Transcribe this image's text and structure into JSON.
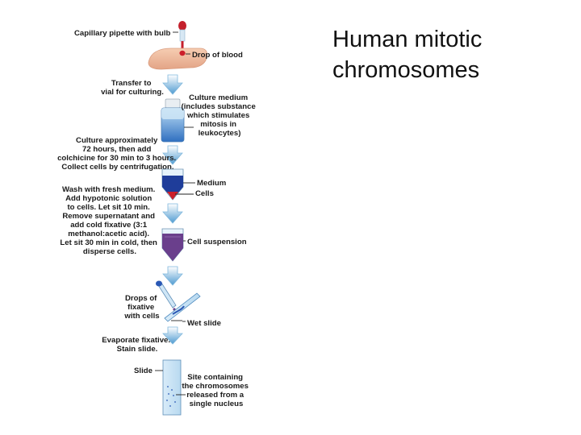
{
  "title": {
    "line1": "Human mitotic",
    "line2": "chromosomes"
  },
  "labels": {
    "capillary_pipette": "Capillary pipette with bulb",
    "drop_of_blood": "Drop of blood",
    "transfer": [
      "Transfer to",
      "vial for culturing."
    ],
    "culture_medium": [
      "Culture medium",
      "(includes substance",
      "which stimulates",
      "mitosis in",
      "leukocytes)"
    ],
    "culture_step": [
      "Culture approximately",
      "72 hours, then add",
      "colchicine for 30 min to 3 hours.",
      "Collect cells by centrifugation."
    ],
    "medium": "Medium",
    "cells": "Cells",
    "wash_step": [
      "Wash with fresh medium.",
      "Add hypotonic solution",
      "to cells. Let sit 10 min.",
      "Remove supernatant and",
      "add cold fixative (3:1",
      "methanol:acetic acid).",
      "Let sit 30 min in cold, then",
      "disperse cells."
    ],
    "cell_suspension": "Cell suspension",
    "drops_of_fixative": [
      "Drops of",
      "fixative",
      "with cells"
    ],
    "wet_slide": "Wet slide",
    "evaporate": [
      "Evaporate fixative.",
      "Stain slide."
    ],
    "slide": "Slide",
    "site": [
      "Site containing",
      "the chromosomes",
      "released from a",
      "single nucleus"
    ]
  },
  "colors": {
    "blood": "#cc1f2a",
    "medium_blue": "#3a78c8",
    "dark_blue": "#1f3d9a",
    "cell_purple": "#6a3f8c",
    "arrow_light": "#e6f2fb",
    "arrow_dark": "#5fa6d6",
    "slide_blue": "#cfe6f6"
  }
}
